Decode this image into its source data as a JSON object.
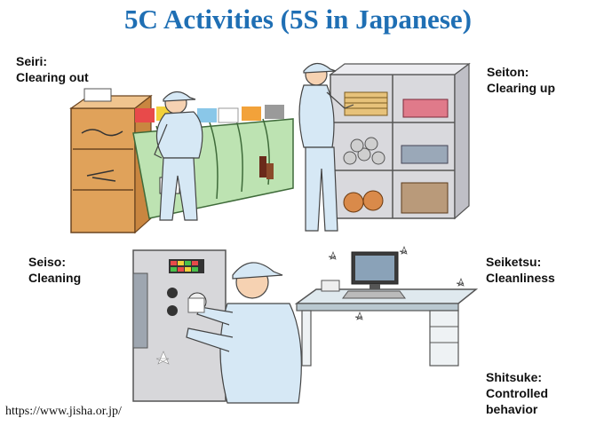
{
  "title": "5C Activities (5S in Japanese)",
  "labels": {
    "seiri": {
      "term": "Seiri:",
      "meaning": "Clearing out"
    },
    "seiton": {
      "term": "Seiton:",
      "meaning": "Clearing up"
    },
    "seiso": {
      "term": "Seiso:",
      "meaning": "Cleaning"
    },
    "seiketsu": {
      "term": "Seiketsu:",
      "meaning": "Cleanliness"
    },
    "shitsuke": {
      "term": "Shitsuke:",
      "meaning": "Controlled",
      "meaning2": "behavior"
    }
  },
  "footer": "https://www.jisha.or.jp/",
  "colors": {
    "title": "#1f6fb4",
    "cabinet": "#e0a25a",
    "bins": "#bde3b2",
    "shelf": "#d9d9dd",
    "uniform": "#d6e8f5"
  }
}
